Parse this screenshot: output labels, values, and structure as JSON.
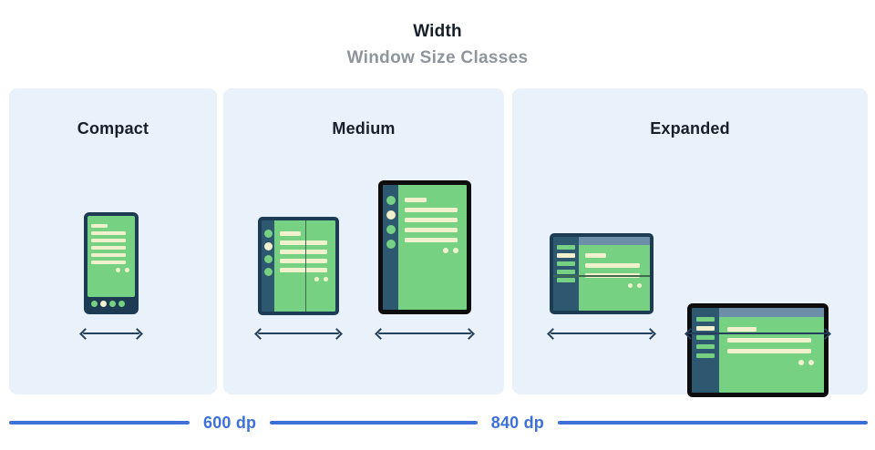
{
  "header": {
    "title": "Width",
    "subtitle": "Window Size Classes"
  },
  "panels": [
    {
      "label": "Compact",
      "devices": [
        {
          "type": "phone-portrait"
        }
      ]
    },
    {
      "label": "Medium",
      "devices": [
        {
          "type": "foldable-portrait"
        },
        {
          "type": "tablet-portrait"
        }
      ]
    },
    {
      "label": "Expanded",
      "devices": [
        {
          "type": "foldable-landscape"
        },
        {
          "type": "tablet-landscape"
        }
      ]
    }
  ],
  "ruler": {
    "labels": [
      "600 dp",
      "840 dp"
    ]
  },
  "colors": {
    "panel_background": "#e9f1fb",
    "device_frame_navy": "#1d3b52",
    "device_frame_black": "#0d0d0d",
    "nav_rail_navy": "#2e5770",
    "screen_green": "#76d282",
    "content_cream": "#f1f2cd",
    "top_bar_slate": "#6d8ea8",
    "fold_line_green": "#3e6b4e",
    "arrow_navy": "#24405c",
    "breakpoint_blue": "#3e70d9",
    "subtitle_gray": "#8f959b",
    "title_black": "#17202a"
  }
}
